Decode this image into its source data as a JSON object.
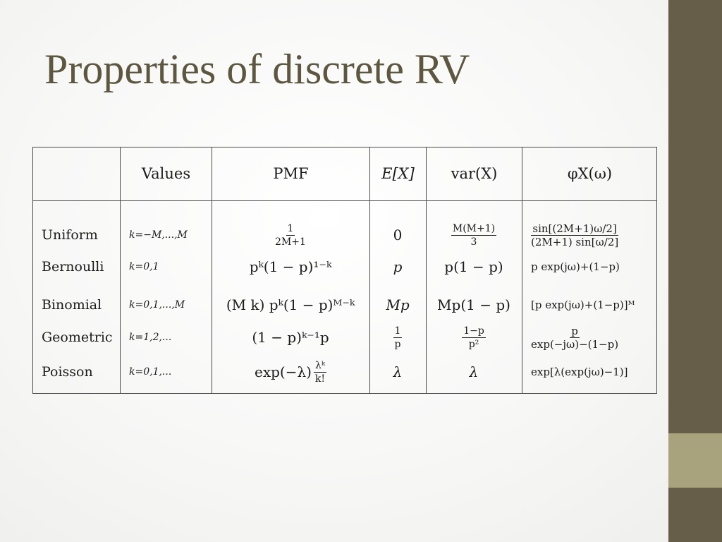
{
  "slide": {
    "title": "Properties of discrete RV",
    "accent_dark": "#665e48",
    "accent_light": "#a8a37c",
    "title_color": "#5d573f"
  },
  "table": {
    "headers": [
      "",
      "Values",
      "PMF",
      "E[X]",
      "var(X)",
      "φX(ω)"
    ],
    "rows": [
      {
        "name": "Uniform",
        "values": "k=−M,...,M",
        "pmf": {
          "num": "1",
          "den": "2M+1"
        },
        "mean": "0",
        "variance": {
          "num": "M(M+1)",
          "den": "3"
        },
        "char_fn": {
          "num": "sin[(2M+1)ω/2]",
          "den": "(2M+1) sin[ω/2]"
        }
      },
      {
        "name": "Bernoulli",
        "values": "k=0,1",
        "pmf": "pᵏ(1 − p)¹⁻ᵏ",
        "mean": "p",
        "variance": "p(1 − p)",
        "char_fn": "p exp(jω)+(1−p)"
      },
      {
        "name": "Binomial",
        "values": "k=0,1,...,M",
        "pmf": "(M k) pᵏ(1 − p)ᴹ⁻ᵏ",
        "mean": "Mp",
        "variance": "Mp(1 − p)",
        "char_fn": "[p exp(jω)+(1−p)]ᴹ"
      },
      {
        "name": "Geometric",
        "values": "k=1,2,...",
        "pmf": "(1 − p)ᵏ⁻¹p",
        "mean": {
          "num": "1",
          "den": "p"
        },
        "variance": {
          "num": "1−p",
          "den": "p²"
        },
        "char_fn": {
          "num": "p",
          "den": "exp(−jω)−(1−p)"
        }
      },
      {
        "name": "Poisson",
        "values": "k=0,1,...",
        "pmf": {
          "prefix": "exp(−λ)",
          "num": "λᵏ",
          "den": "k!"
        },
        "mean": "λ",
        "variance": "λ",
        "char_fn": "exp[λ(exp(jω)−1)]"
      }
    ]
  }
}
